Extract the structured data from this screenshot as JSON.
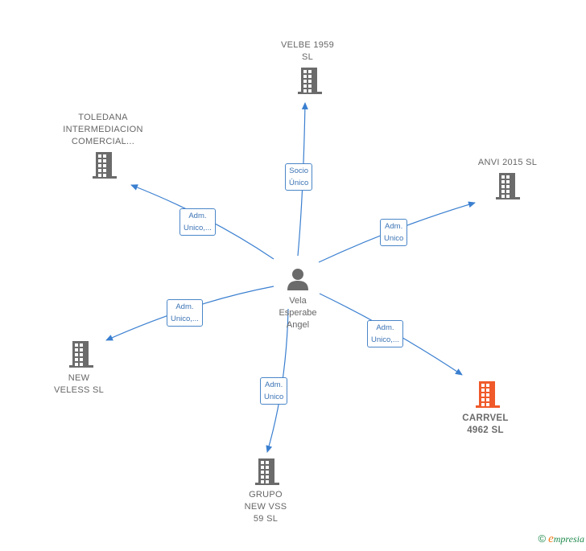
{
  "center": {
    "name_lines": [
      "Vela",
      "Esperabe",
      "Angel"
    ],
    "icon": "person-icon"
  },
  "companies": [
    {
      "id": "velbe",
      "lines": [
        "VELBE 1959",
        "SL"
      ],
      "role_lines": [
        "Socio",
        "Único"
      ],
      "highlight": false,
      "icon": "building-icon"
    },
    {
      "id": "toledana",
      "lines": [
        "TOLEDANA",
        "INTERMEDIACION",
        "COMERCIAL..."
      ],
      "role_lines": [
        "Adm.",
        "Unico,..."
      ],
      "highlight": false,
      "icon": "building-icon"
    },
    {
      "id": "anvi",
      "lines": [
        "ANVI 2015  SL"
      ],
      "role_lines": [
        "Adm.",
        "Unico"
      ],
      "highlight": false,
      "icon": "building-icon"
    },
    {
      "id": "new-veless",
      "lines": [
        "NEW",
        "VELESS  SL"
      ],
      "role_lines": [
        "Adm.",
        "Unico,..."
      ],
      "highlight": false,
      "icon": "building-icon"
    },
    {
      "id": "carrvel",
      "lines": [
        "CARRVEL",
        "4962  SL"
      ],
      "role_lines": [
        "Adm.",
        "Unico,..."
      ],
      "highlight": true,
      "icon": "building-icon"
    },
    {
      "id": "grupo-new-vss",
      "lines": [
        "GRUPO",
        "NEW VSS",
        "59  SL"
      ],
      "role_lines": [
        "Adm.",
        "Unico"
      ],
      "highlight": false,
      "icon": "building-icon"
    }
  ],
  "colors": {
    "edge": "#3a7fd0",
    "node": "#6b6b6b",
    "highlight": "#f05a2a",
    "label_border": "#4a86c8"
  },
  "footer": {
    "copyright": "©",
    "brand_initial": "e",
    "brand_rest": "mpresia"
  }
}
